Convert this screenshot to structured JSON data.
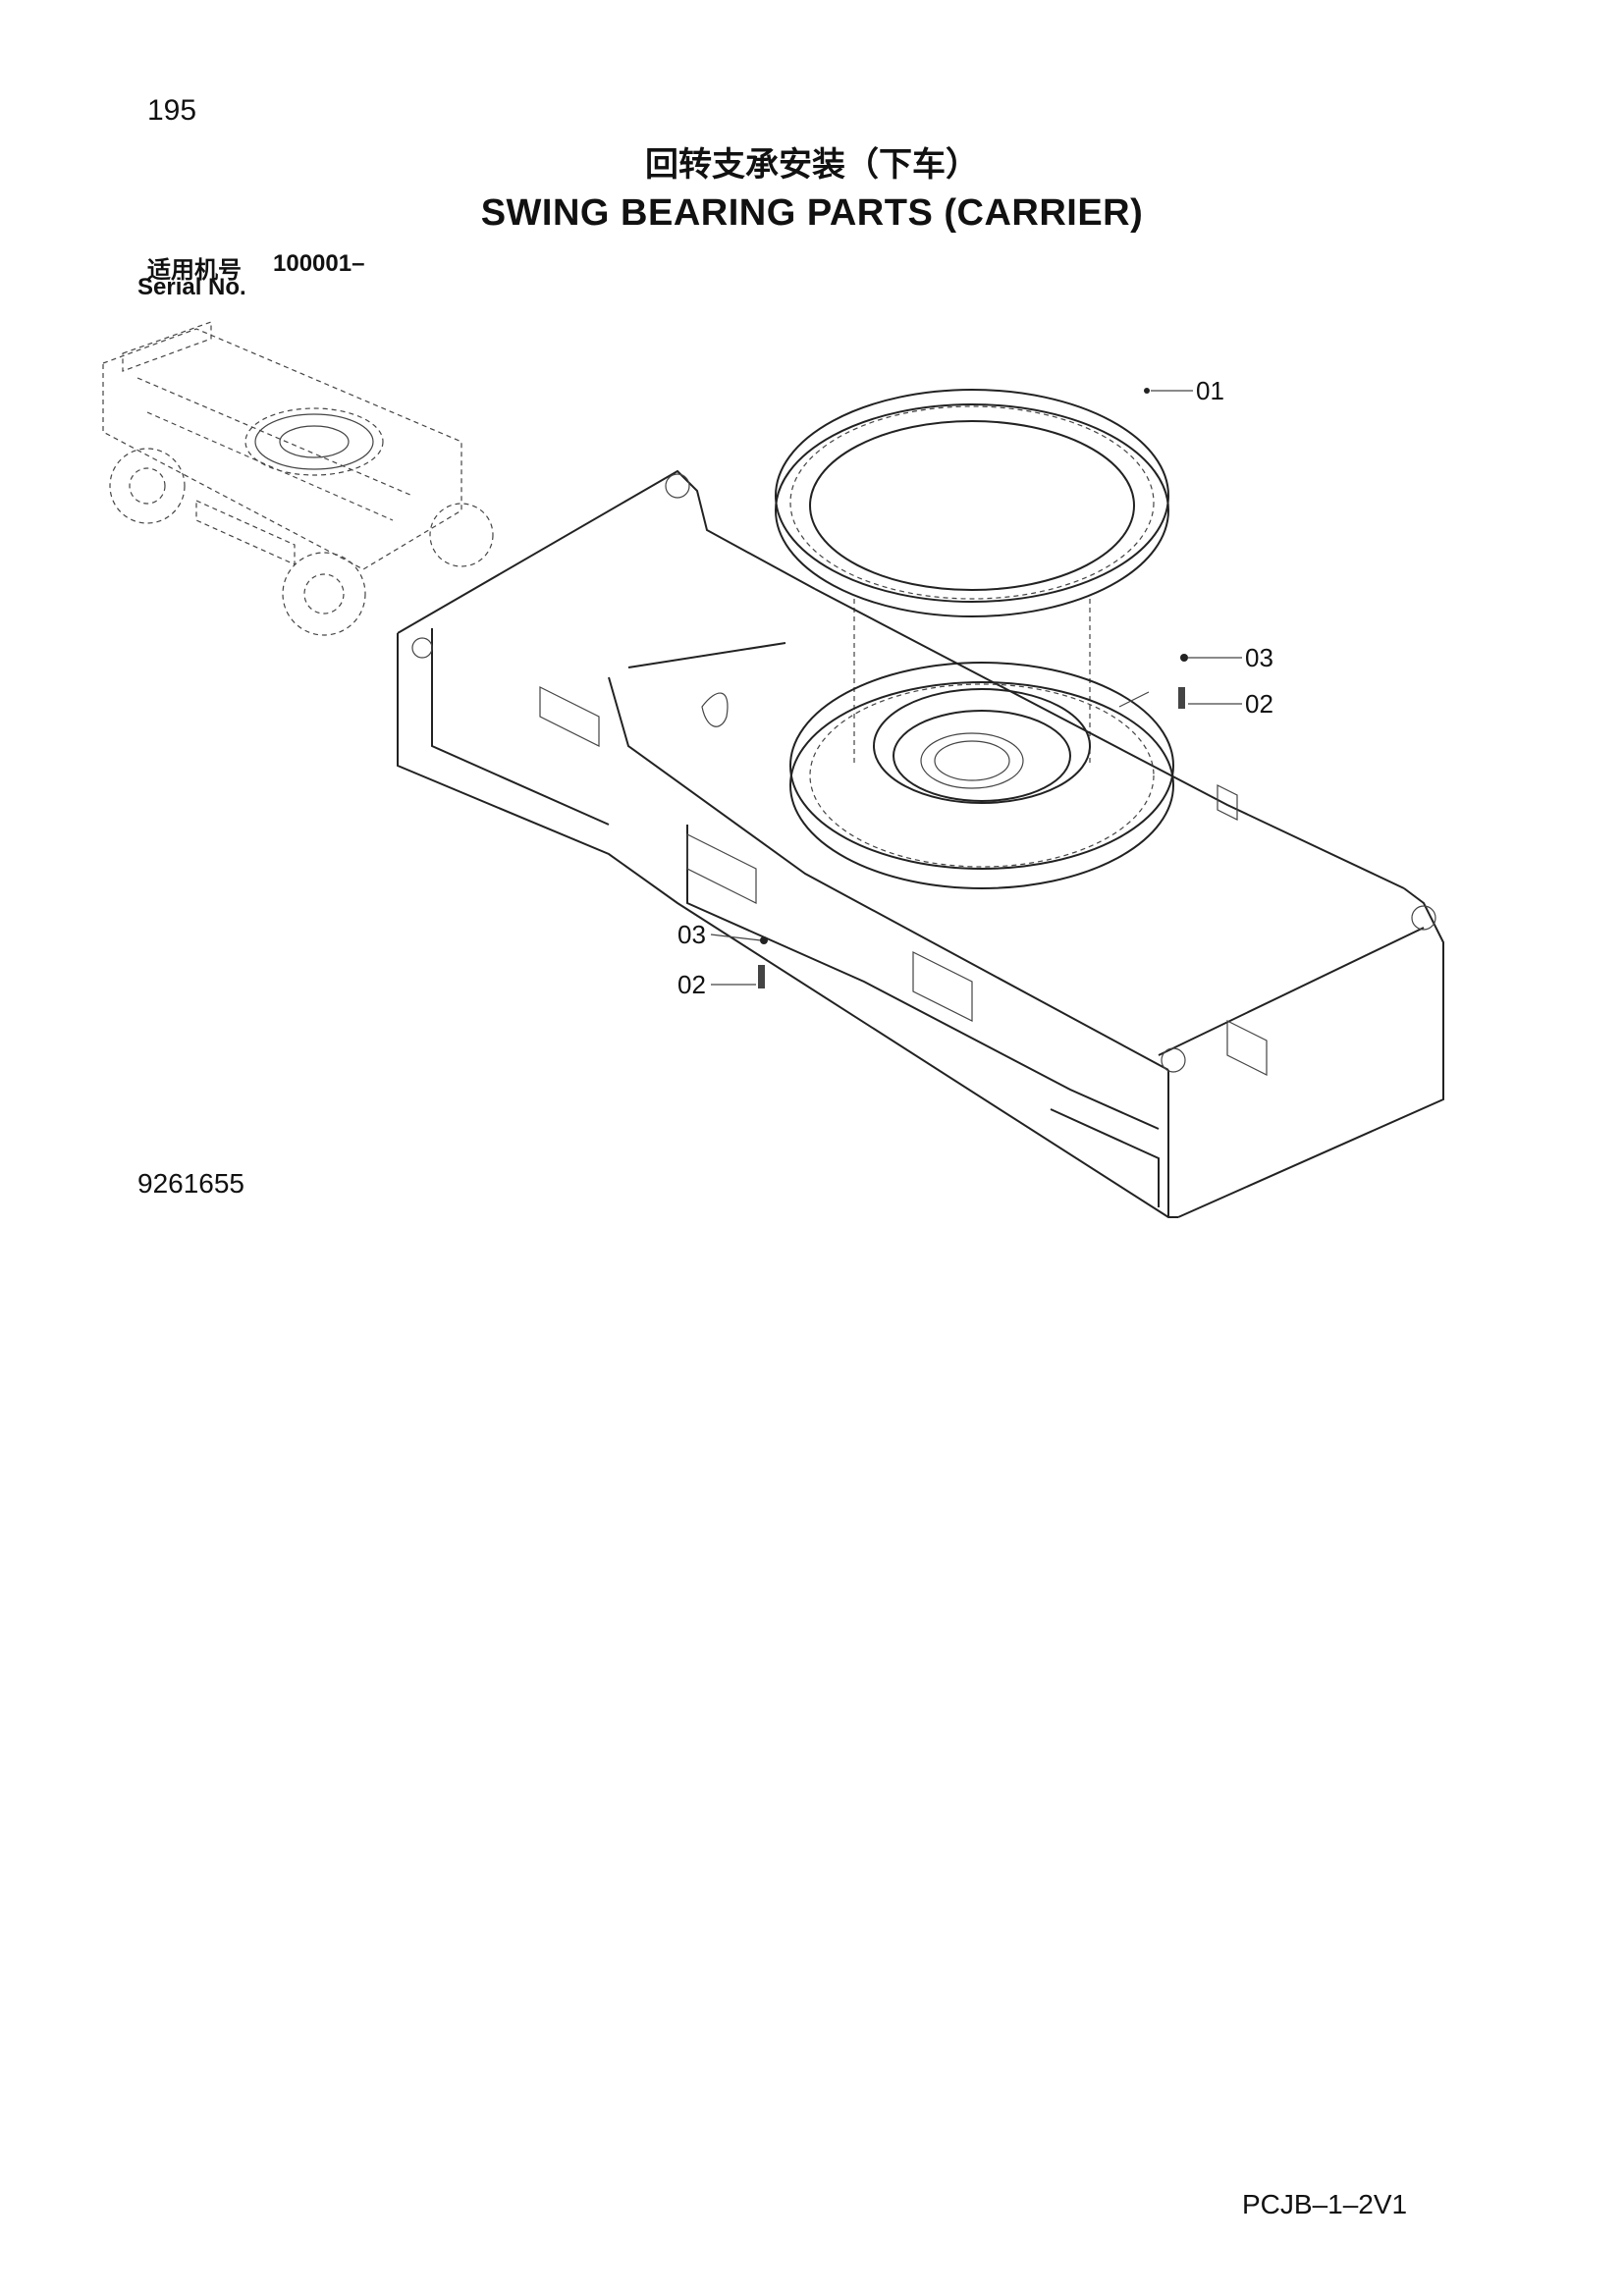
{
  "page_number": "195",
  "title_cn": "回转支承安装（下车）",
  "title_en": "SWING BEARING PARTS (CARRIER)",
  "serial": {
    "label_cn": "适用机号",
    "range": "100001–",
    "label_en": "Serial No."
  },
  "callouts": [
    {
      "id": "01",
      "label": "01"
    },
    {
      "id": "03a",
      "label": "03"
    },
    {
      "id": "02a",
      "label": "02"
    },
    {
      "id": "03b",
      "label": "03"
    },
    {
      "id": "02b",
      "label": "02"
    }
  ],
  "figure_number": "9261655",
  "doc_code": "PCJB–1–2V1"
}
